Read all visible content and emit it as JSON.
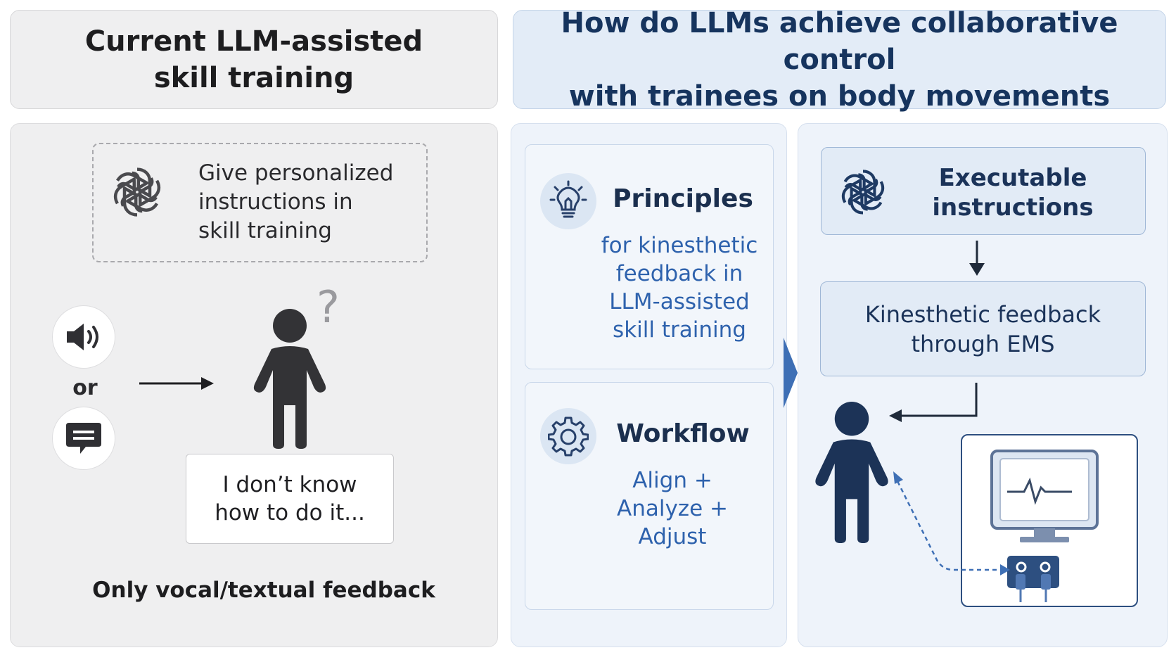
{
  "left_header": {
    "line1": "Current LLM-assisted",
    "line2": "skill training"
  },
  "right_header": {
    "line1": "How do LLMs achieve collaborative control",
    "line2": "with trainees on body movements"
  },
  "llm_instruction": {
    "line1": "Give personalized",
    "line2": "instructions in",
    "line3": "skill training"
  },
  "or_label": "or",
  "question_mark": "?",
  "speech": {
    "line1": "I don’t know",
    "line2": "how to do it..."
  },
  "left_caption": "Only vocal/textual feedback",
  "principles": {
    "title": "Principles",
    "line1": "for kinesthetic",
    "line2": "feedback in",
    "line3": "LLM-assisted",
    "line4": "skill training"
  },
  "workflow": {
    "title": "Workflow",
    "line1": "Align +",
    "line2": "Analyze +",
    "line3": "Adjust"
  },
  "executable": {
    "line1": "Executable",
    "line2": "instructions"
  },
  "kinesthetic": {
    "line1": "Kinesthetic feedback",
    "line2": "through EMS"
  },
  "icons": {
    "llm": "openai-logo-icon",
    "speaker": "speaker-icon",
    "chat": "chat-bubble-icon",
    "person": "person-icon",
    "lightbulb": "lightbulb-icon",
    "gear": "gear-icon",
    "monitor": "monitor-icon",
    "ems_device": "ems-device-icon"
  },
  "colors": {
    "left_panel_bg": "#efeff0",
    "right_panel_bg": "#eef3fa",
    "dark_navy": "#1b3359",
    "accent_blue": "#2e62ad",
    "person_dark": "#333336"
  }
}
